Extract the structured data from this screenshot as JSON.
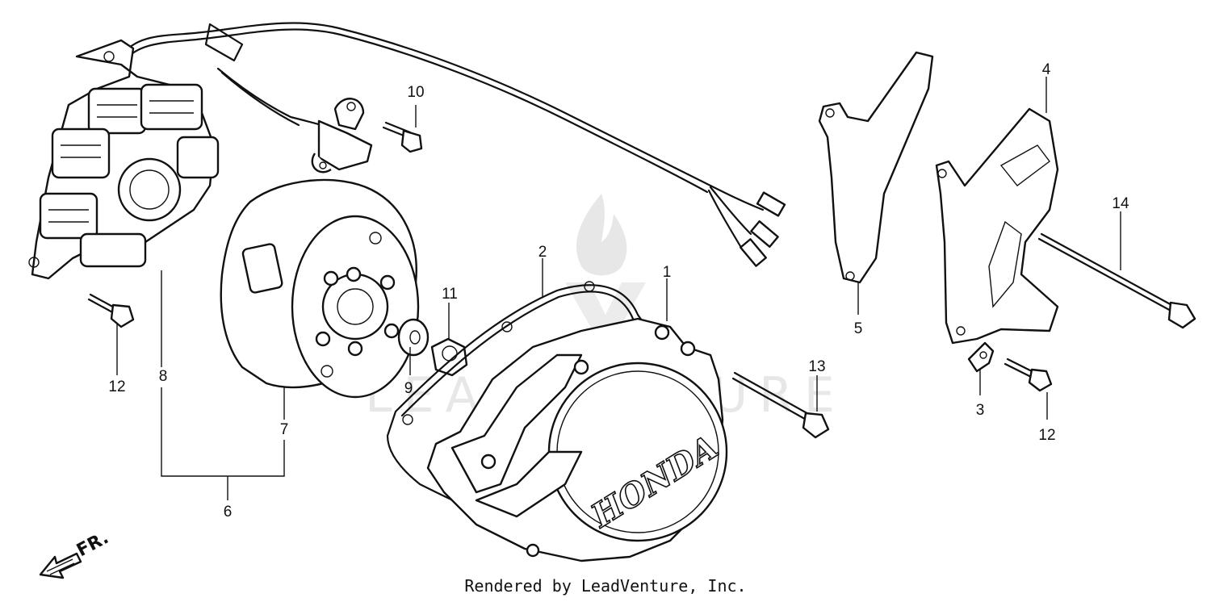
{
  "diagram": {
    "callouts": {
      "c1": "1",
      "c2": "2",
      "c3": "3",
      "c4": "4",
      "c5": "5",
      "c6": "6",
      "c7": "7",
      "c8": "8",
      "c9": "9",
      "c10": "10",
      "c11": "11",
      "c12a": "12",
      "c12b": "12",
      "c13": "13",
      "c14": "14"
    },
    "cover_brand": "HONDA",
    "direction_label": "FR.",
    "watermark": "LEADVENTURE"
  },
  "footer": {
    "credit": "Rendered by LeadVenture, Inc."
  }
}
